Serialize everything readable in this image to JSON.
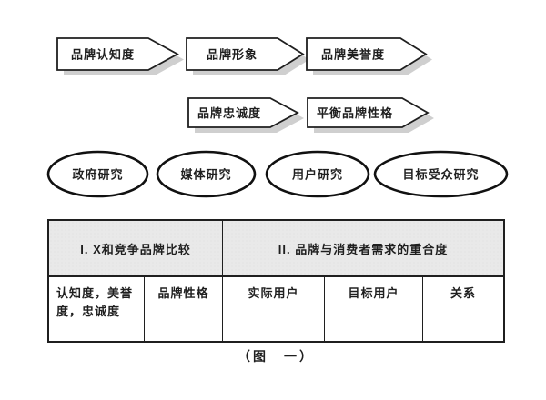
{
  "colors": {
    "ink": "#1f1f1f",
    "shadow": "#cfcfcf",
    "header_fill": "#e9e9e9",
    "background": "#ffffff"
  },
  "flow_row1": [
    {
      "label": "品牌认知度"
    },
    {
      "label": "品牌形象"
    },
    {
      "label": "品牌美誉度"
    }
  ],
  "flow_row2": [
    {
      "label": "品牌忠诚度"
    },
    {
      "label": "平衡品牌性格"
    }
  ],
  "research_ellipses": [
    {
      "label": "政府研究"
    },
    {
      "label": "媒体研究"
    },
    {
      "label": "用户研究"
    },
    {
      "label": "目标受众研究"
    }
  ],
  "table": {
    "header_left": "I. X和竞争品牌比较",
    "header_right": "II. 品牌与消费者需求的重合度",
    "cells": [
      "认知度，美誉度，忠诚度",
      "品牌性格",
      "实际用户",
      "目标用户",
      "关系"
    ]
  },
  "caption": "（图　一）"
}
